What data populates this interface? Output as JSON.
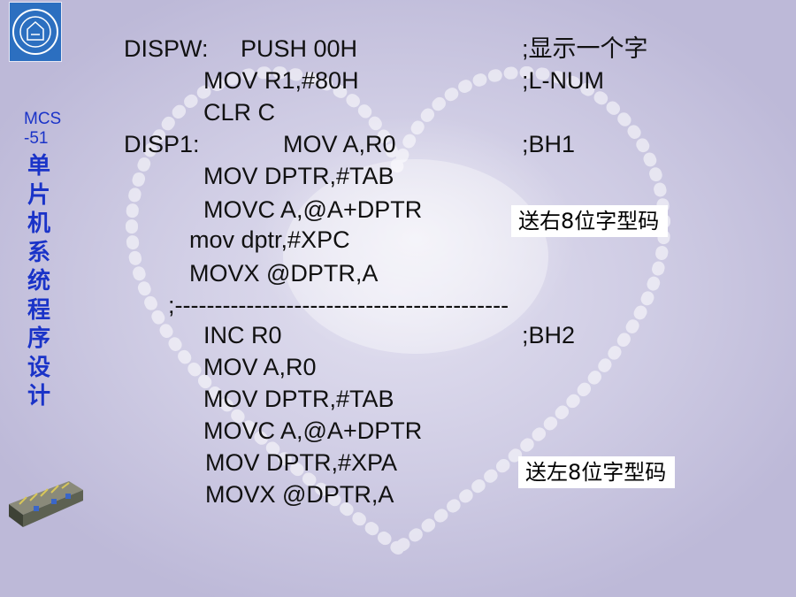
{
  "sidebar": {
    "course_code_line1": "MCS",
    "course_code_line2": "-51",
    "title_chars": [
      "单",
      "片",
      "机",
      "系",
      "统",
      "程",
      "序",
      "设",
      "计"
    ]
  },
  "code": {
    "line1_label": "DISPW:",
    "line1_instr": "PUSH 00H",
    "line1_comment": ";显示一个字",
    "line2_instr": "MOV R1,#80H",
    "line2_comment": ";L-NUM",
    "line3_instr": "CLR C",
    "line4_label": "DISP1:",
    "line4_instr": "MOV A,R0",
    "line4_comment": ";BH1",
    "line5_instr": "MOV DPTR,#TAB",
    "line6_instr": "MOVC A,@A+DPTR",
    "line7_instr": "mov dptr,#XPC",
    "line8_instr": "MOVX @DPTR,A",
    "separator": ";------------------------------------------",
    "line10_instr": "INC R0",
    "line10_comment": ";BH2",
    "line11_instr": "MOV A,R0",
    "line12_instr": "MOV DPTR,#TAB",
    "line13_instr": "MOVC A,@A+DPTR",
    "line14_instr": "MOV DPTR,#XPA",
    "line15_instr": "MOVX @DPTR,A"
  },
  "notes": {
    "right8": "送右8位字型码",
    "left8": "送左8位字型码"
  },
  "colors": {
    "sidebar_text": "#1a33c8",
    "logo_bg": "#2c6fc0"
  }
}
